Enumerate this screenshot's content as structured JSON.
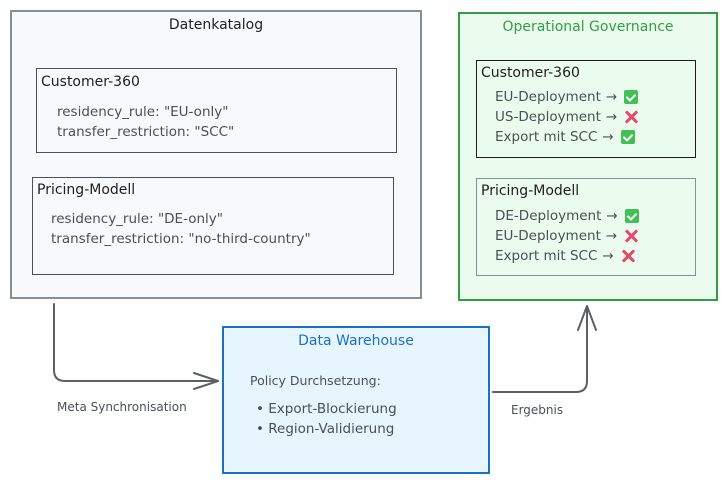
{
  "catalog": {
    "title": "Datenkatalog",
    "datasets": [
      {
        "name": "Customer-360",
        "lines": [
          "residency_rule: \"EU-only\"",
          "transfer_restriction: \"SCC\""
        ]
      },
      {
        "name": "Pricing-Modell",
        "lines": [
          "residency_rule: \"DE-only\"",
          "transfer_restriction: \"no-third-country\""
        ]
      }
    ]
  },
  "governance": {
    "title": "Operational Governance",
    "datasets": [
      {
        "name": "Customer-360",
        "checks": [
          {
            "label": "EU-Deployment",
            "arrow": "→",
            "status": "allowed",
            "icon": "check-icon"
          },
          {
            "label": "US-Deployment",
            "arrow": "→",
            "status": "denied",
            "icon": "cross-icon"
          },
          {
            "label": "Export mit SCC",
            "arrow": "→",
            "status": "allowed",
            "icon": "check-icon"
          }
        ]
      },
      {
        "name": "Pricing-Modell",
        "checks": [
          {
            "label": "DE-Deployment",
            "arrow": "→",
            "status": "allowed",
            "icon": "check-icon"
          },
          {
            "label": "EU-Deployment",
            "arrow": "→",
            "status": "denied",
            "icon": "cross-icon"
          },
          {
            "label": "Export mit SCC",
            "arrow": "→",
            "status": "denied",
            "icon": "cross-icon"
          }
        ]
      }
    ]
  },
  "warehouse": {
    "title": "Data Warehouse",
    "subtitle": "Policy Durchsetzung:",
    "bullets": [
      "• Export-Blockierung",
      "• Region-Validierung"
    ]
  },
  "edges": {
    "catalog_to_warehouse": "Meta Synchronisation",
    "warehouse_to_governance": "Ergebnis"
  },
  "colors": {
    "catalog_border": "#868e96",
    "governance_border": "#2f9e44",
    "governance_title": "#2f9e44",
    "warehouse_border": "#1971c2",
    "warehouse_title": "#1971c2",
    "check": "#40c057",
    "cross": "#e8496c"
  }
}
